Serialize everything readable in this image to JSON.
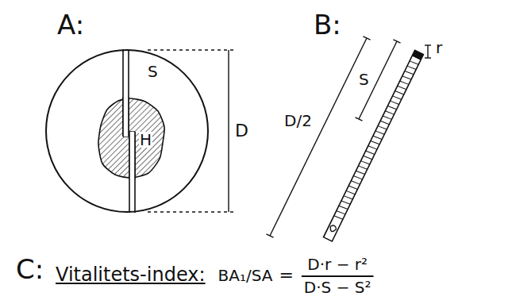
{
  "diagram": {
    "nodes": [
      {
        "text": [
          "S"
        ]
      },
      {
        "text": [
          "H"
        ],
        "in": 0
      }
    ],
    "labels": [
      "A:",
      "D",
      "B:",
      "D/2",
      "S",
      "r",
      "C:",
      "Vitalitets-index:",
      "BA₁/SA",
      "=",
      "D·r − r²",
      "D·S − S²"
    ]
  }
}
